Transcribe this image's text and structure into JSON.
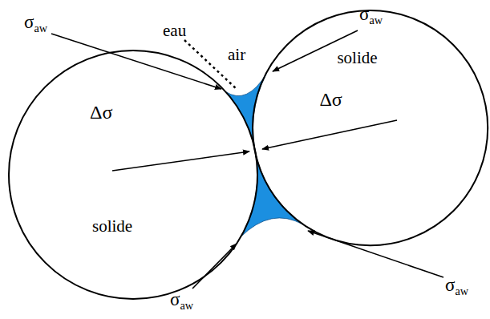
{
  "diagram": {
    "nodes": [
      {
        "text": [
          "Δσ",
          "solide"
        ]
      },
      {
        "text": [
          "solide",
          "Δσ"
        ]
      }
    ],
    "labels": [
      "σaw",
      "σaw",
      "eau",
      "air",
      "σaw",
      "σaw"
    ]
  }
}
